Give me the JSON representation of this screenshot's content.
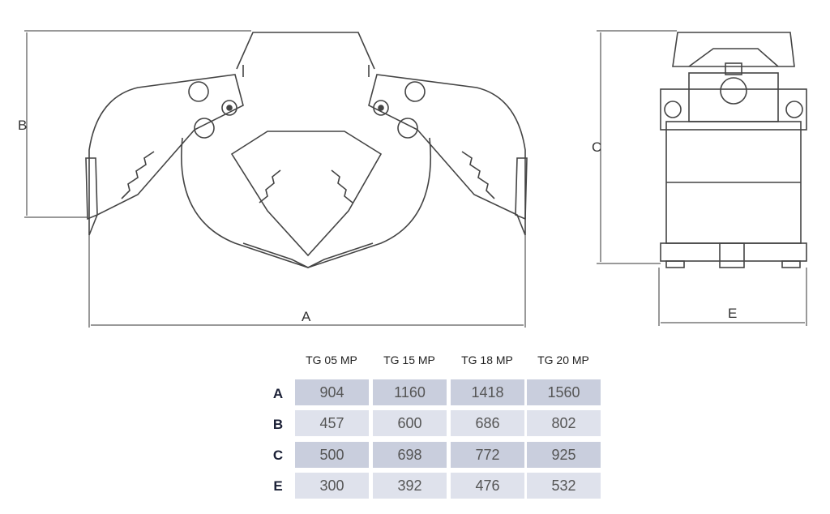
{
  "dimensions": {
    "A": "A",
    "B": "B",
    "C": "C",
    "E": "E"
  },
  "table": {
    "headers": [
      "TG 05 MP",
      "TG 15 MP",
      "TG 18 MP",
      "TG 20 MP"
    ],
    "rows": [
      {
        "label": "A",
        "values": [
          "904",
          "1160",
          "1418",
          "1560"
        ]
      },
      {
        "label": "B",
        "values": [
          "457",
          "600",
          "686",
          "802"
        ]
      },
      {
        "label": "C",
        "values": [
          "500",
          "698",
          "772",
          "925"
        ]
      },
      {
        "label": "E",
        "values": [
          "300",
          "392",
          "476",
          "532"
        ]
      }
    ]
  },
  "colors": {
    "row_dark": "#c9cedd",
    "row_light": "#dfe2ec",
    "label": "#1b2036"
  }
}
